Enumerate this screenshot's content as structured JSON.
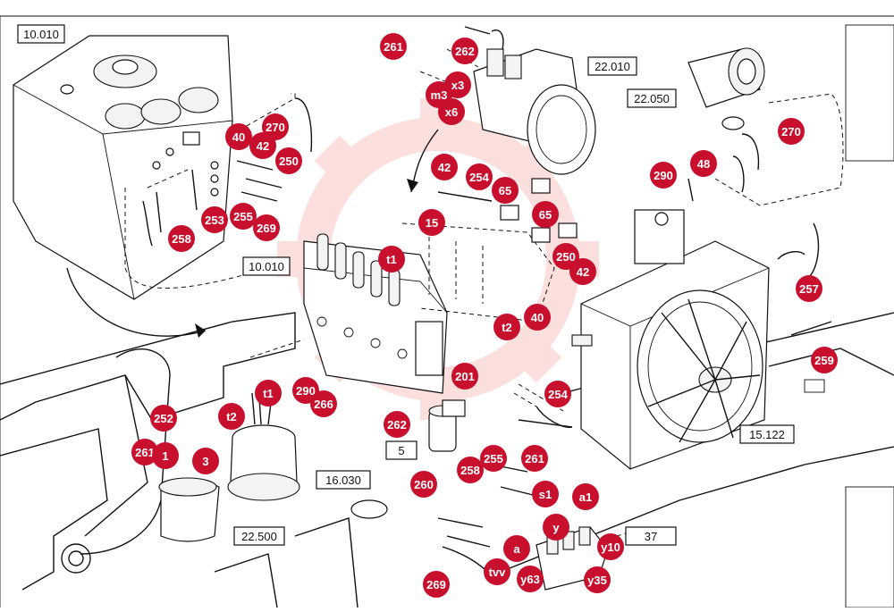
{
  "diagram": {
    "references": [
      {
        "id": "r1",
        "text": "10.010"
      },
      {
        "id": "r2",
        "text": "10.010"
      },
      {
        "id": "r3",
        "text": "22.010"
      },
      {
        "id": "r4",
        "text": "22.050"
      },
      {
        "id": "r5",
        "text": "15.122"
      },
      {
        "id": "r6",
        "text": "16.030"
      },
      {
        "id": "r7",
        "text": "22.500"
      },
      {
        "id": "r8",
        "text": "5"
      },
      {
        "id": "r9",
        "text": "37"
      }
    ],
    "callouts": [
      {
        "id": "c1",
        "text": "261"
      },
      {
        "id": "c2",
        "text": "262"
      },
      {
        "id": "c3",
        "text": "x3"
      },
      {
        "id": "c4",
        "text": "m3"
      },
      {
        "id": "c5",
        "text": "x6"
      },
      {
        "id": "c6",
        "text": "270"
      },
      {
        "id": "c7",
        "text": "40"
      },
      {
        "id": "c8",
        "text": "42"
      },
      {
        "id": "c9",
        "text": "250"
      },
      {
        "id": "c10",
        "text": "253"
      },
      {
        "id": "c11",
        "text": "255"
      },
      {
        "id": "c12",
        "text": "269"
      },
      {
        "id": "c13",
        "text": "258"
      },
      {
        "id": "c14",
        "text": "42"
      },
      {
        "id": "c15",
        "text": "254"
      },
      {
        "id": "c16",
        "text": "65"
      },
      {
        "id": "c17",
        "text": "65"
      },
      {
        "id": "c18",
        "text": "15"
      },
      {
        "id": "c19",
        "text": "t1"
      },
      {
        "id": "c20",
        "text": "250"
      },
      {
        "id": "c21",
        "text": "42"
      },
      {
        "id": "c22",
        "text": "40"
      },
      {
        "id": "c23",
        "text": "t2"
      },
      {
        "id": "c24",
        "text": "290"
      },
      {
        "id": "c25",
        "text": "48"
      },
      {
        "id": "c26",
        "text": "270"
      },
      {
        "id": "c27",
        "text": "257"
      },
      {
        "id": "c28",
        "text": "259"
      },
      {
        "id": "c29",
        "text": "201"
      },
      {
        "id": "c30",
        "text": "254"
      },
      {
        "id": "c31",
        "text": "t1"
      },
      {
        "id": "c32",
        "text": "290"
      },
      {
        "id": "c33",
        "text": "266"
      },
      {
        "id": "c34",
        "text": "t2"
      },
      {
        "id": "c35",
        "text": "252"
      },
      {
        "id": "c36",
        "text": "262"
      },
      {
        "id": "c37",
        "text": "261"
      },
      {
        "id": "c38",
        "text": "1"
      },
      {
        "id": "c39",
        "text": "3"
      },
      {
        "id": "c40",
        "text": "258"
      },
      {
        "id": "c41",
        "text": "255"
      },
      {
        "id": "c42",
        "text": "261"
      },
      {
        "id": "c43",
        "text": "260"
      },
      {
        "id": "c44",
        "text": "s1"
      },
      {
        "id": "c45",
        "text": "a1"
      },
      {
        "id": "c46",
        "text": "y"
      },
      {
        "id": "c47",
        "text": "a"
      },
      {
        "id": "c48",
        "text": "y10"
      },
      {
        "id": "c49",
        "text": "tvv"
      },
      {
        "id": "c50",
        "text": "y63"
      },
      {
        "id": "c51",
        "text": "y35"
      },
      {
        "id": "c52",
        "text": "269"
      }
    ],
    "colors": {
      "callout": "#c8102e",
      "line": "#111111",
      "watermark": "#f6c9c6"
    }
  }
}
